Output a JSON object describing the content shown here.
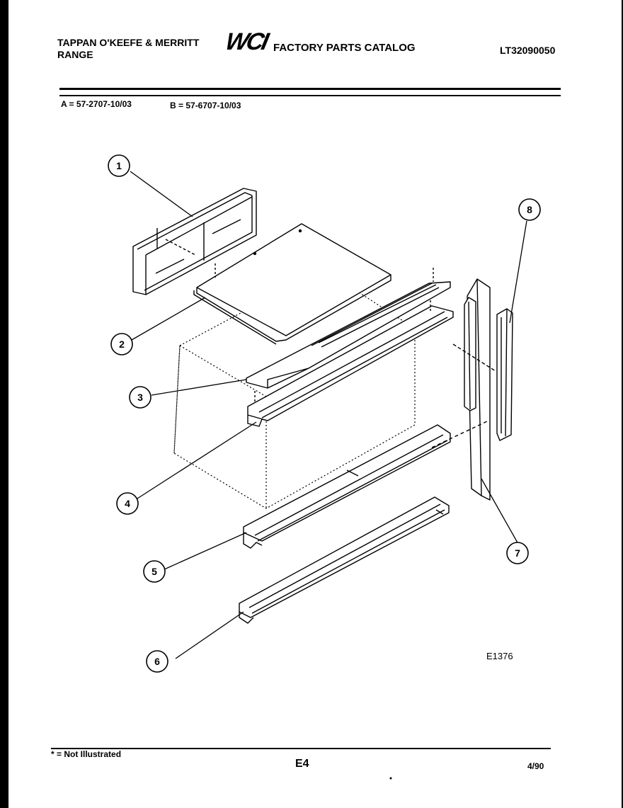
{
  "header": {
    "manufacturer_line1": "TAPPAN O'KEEFE & MERRITT",
    "manufacturer_line2": "RANGE",
    "logo_text": "WCI",
    "catalog_title": "FACTORY PARTS CATALOG",
    "document_number": "LT32090050"
  },
  "models": {
    "a": "A = 57-2707-10/03",
    "b": "B = 57-6707-10/03"
  },
  "diagram": {
    "drawing_number": "E1376",
    "callouts": [
      "1",
      "2",
      "3",
      "4",
      "5",
      "6",
      "7",
      "8"
    ]
  },
  "footer": {
    "footnote": "* = Not Illustrated",
    "page_id": "E4",
    "date": "4/90"
  },
  "colors": {
    "ink": "#000000",
    "paper": "#ffffff"
  }
}
